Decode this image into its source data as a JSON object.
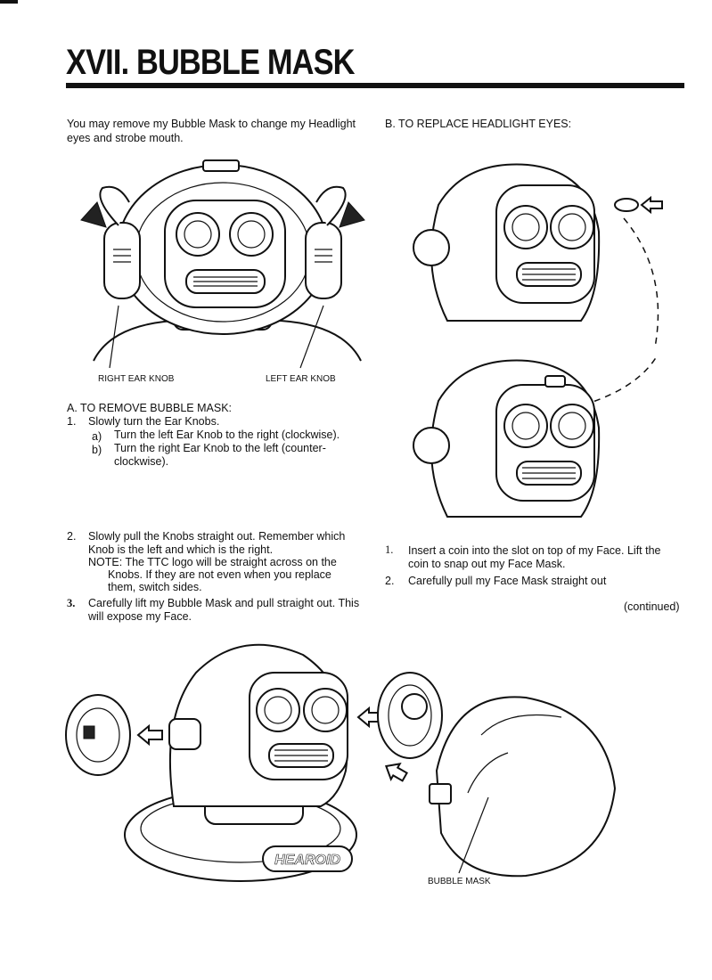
{
  "header": {
    "title": "XVII. BUBBLE MASK"
  },
  "intro": {
    "line1": "You may remove my Bubble Mask to change my Headlight",
    "line2": "eyes and strobe mouth."
  },
  "figure1": {
    "right_label": "RIGHT EAR KNOB",
    "left_label": "LEFT EAR KNOB"
  },
  "section_a": {
    "heading": "A.    TO REMOVE BUBBLE MASK:",
    "step1": {
      "num": "1.",
      "text": "Slowly turn the Ear Knobs."
    },
    "step1a": {
      "letter": "a)",
      "text": "Turn the left Ear Knob to the right (clockwise)."
    },
    "step1b": {
      "letter": "b)",
      "line1": "Turn the right Ear Knob to the left (counter-",
      "line2": "clockwise)."
    },
    "step2": {
      "num": "2.",
      "line1": "Slowly pull the Knobs straight out. Remember which",
      "line2": "Knob is the left and which is the right.",
      "note1": "NOTE: The TTC logo will be straight across on the",
      "note2": "Knobs. If they are not even when you replace",
      "note3": "them, switch sides."
    },
    "step3": {
      "num": "3.",
      "line1": "Carefully lift my Bubble Mask and pull straight out. This",
      "line2": "will expose my Face."
    }
  },
  "section_b": {
    "heading": "B.    TO REPLACE HEADLIGHT EYES:",
    "step1": {
      "num": "1.",
      "line1": "Insert a coin into the slot on top of my Face. Lift the",
      "line2": "coin to snap out my Face Mask."
    },
    "step2": {
      "num": "2.",
      "text": "Carefully pull my Face Mask straight out"
    },
    "continued": "(continued)"
  },
  "figure_bottom": {
    "brand": "HEAROID",
    "mask_label": "BUBBLE MASK"
  }
}
